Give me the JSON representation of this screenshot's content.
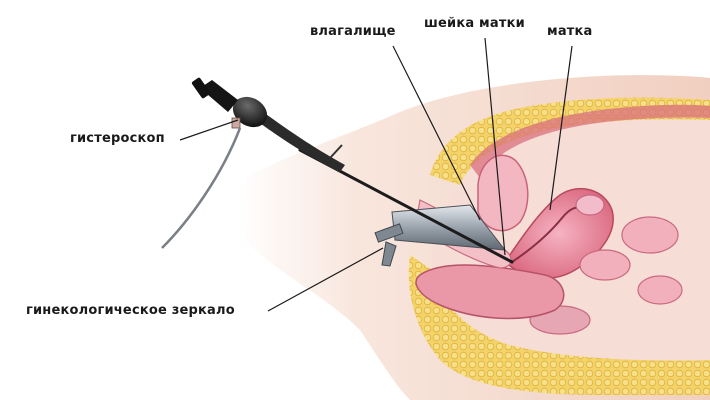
{
  "labels": {
    "vagina": "влагалище",
    "cervix": "шейка матки",
    "uterus": "матка",
    "hysteroscope": "гистероскоп",
    "speculum": "гинекологическое зеркало"
  },
  "colors": {
    "skin": "#f4d9cc",
    "skin_shade": "#e9c2b1",
    "fat": "#f3d36a",
    "fat_dot": "#e6b93e",
    "tissue_pink": "#f2a9b6",
    "tissue_red": "#d9707f",
    "uterus": "#e98aa0",
    "bladder": "#f0b7c0",
    "instrument": "#2b2b2b",
    "metal": "#9aa3ad",
    "leader_line": "#1a1a1a"
  }
}
